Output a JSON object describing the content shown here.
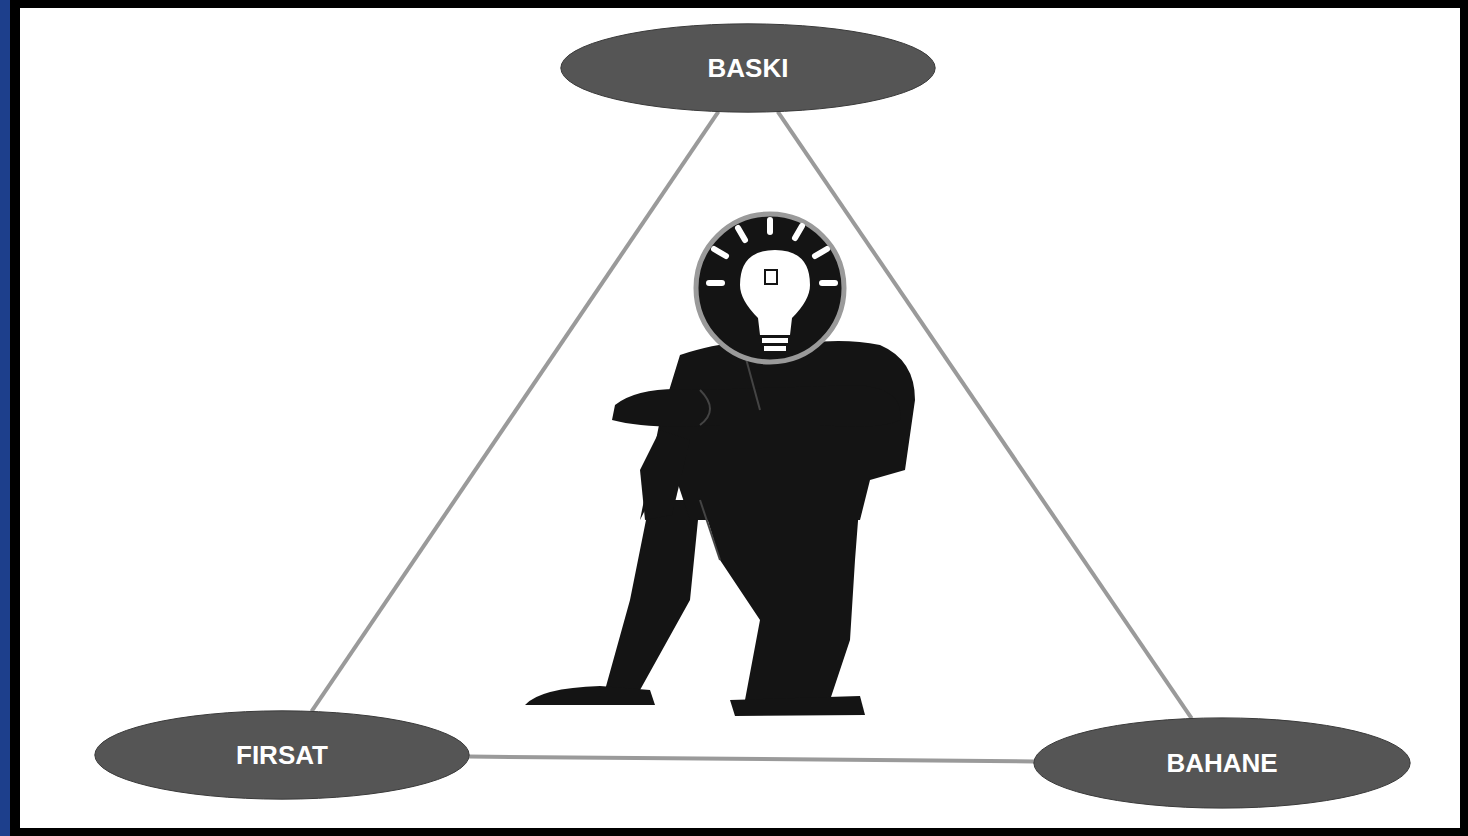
{
  "diagram": {
    "nodes": [
      {
        "text": [
          "BASKI"
        ]
      },
      {
        "text": [
          "FIRSAT"
        ]
      },
      {
        "text": [
          "BAHANE"
        ]
      }
    ],
    "edges": [
      {
        "from": 0,
        "to": 1,
        "arrow": "none"
      },
      {
        "from": 0,
        "to": 2,
        "arrow": "none"
      },
      {
        "from": 1,
        "to": 2,
        "arrow": "none"
      }
    ]
  }
}
